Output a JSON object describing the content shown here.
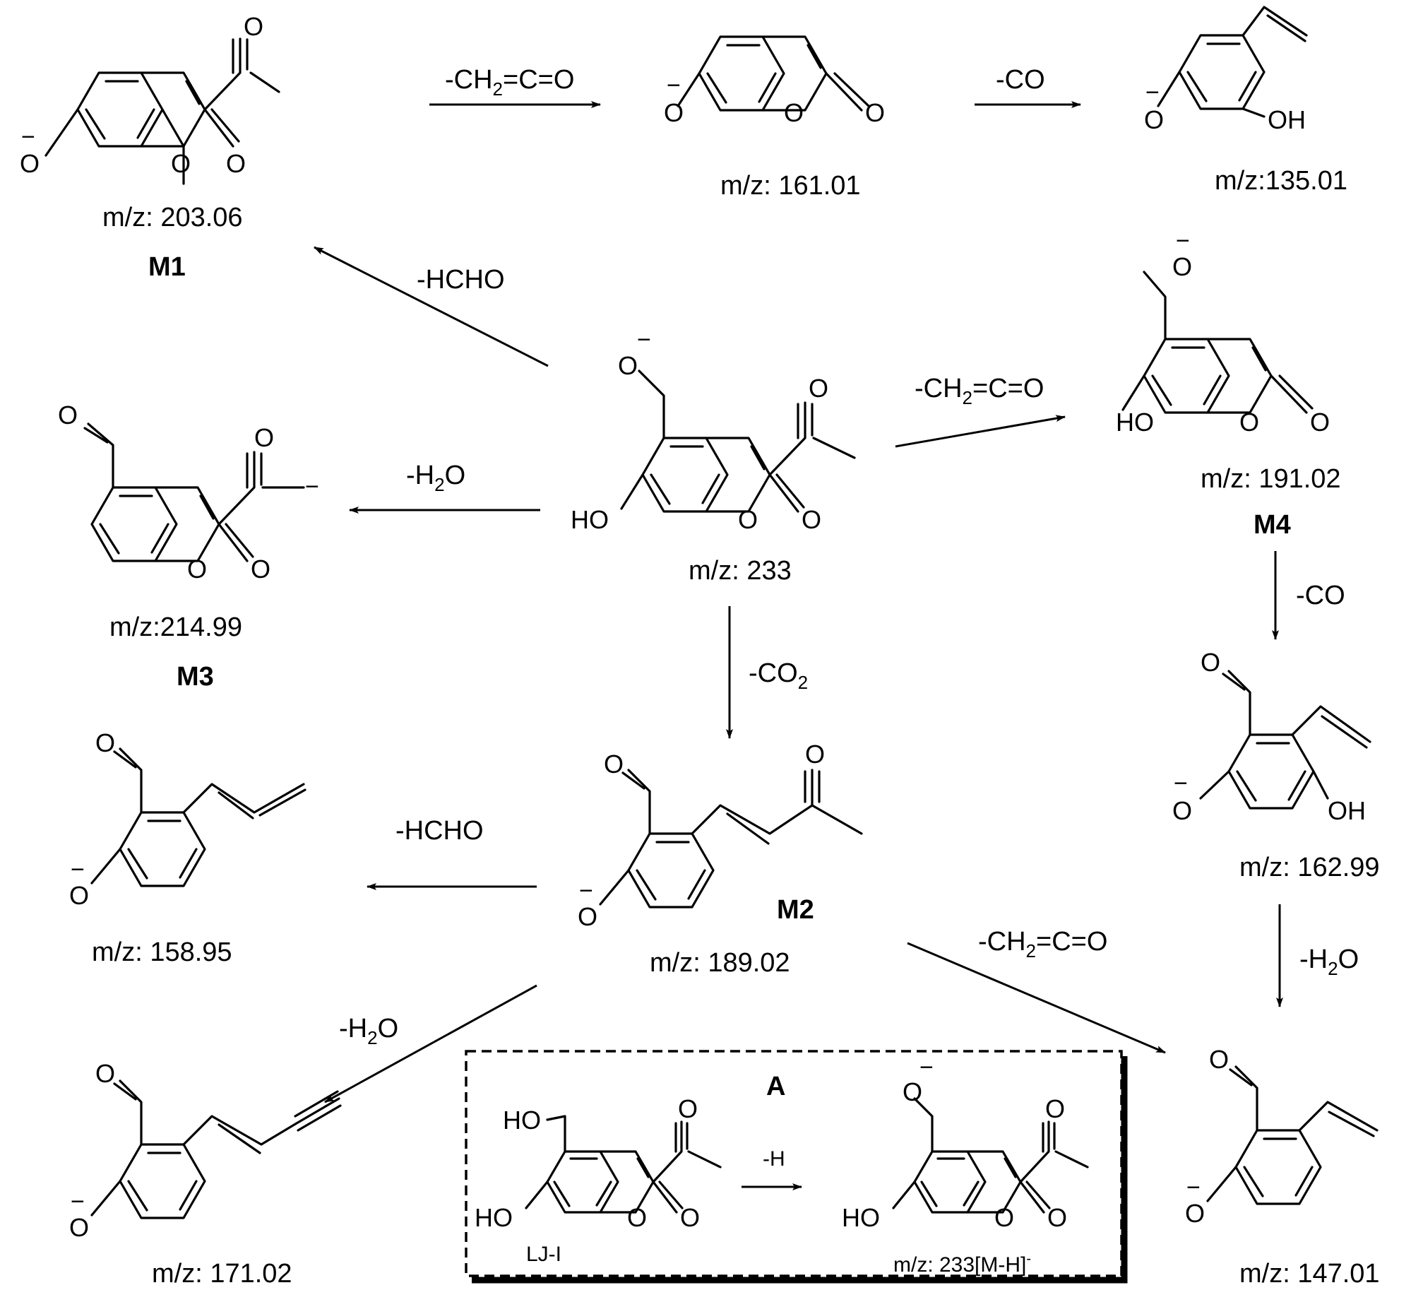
{
  "nodes": {
    "parent": {
      "mz": "m/z: 233"
    },
    "m1": {
      "mz": "m/z: 203.06",
      "label": "M1"
    },
    "m1_loss_ketene": {
      "mz": "m/z: 161.01"
    },
    "m1_loss_co": {
      "mz": "m/z:135.01"
    },
    "m3": {
      "mz": "m/z:214.99",
      "label": "M3"
    },
    "m4": {
      "mz": "m/z: 191.02",
      "label": "M4"
    },
    "m4_loss_co": {
      "mz": "m/z: 162.99"
    },
    "m2": {
      "mz": "m/z: 189.02",
      "label": "M2"
    },
    "m2_loss_hcho": {
      "mz": "m/z: 158.95"
    },
    "m2_loss_h2o": {
      "mz": "m/z: 171.02"
    },
    "final": {
      "mz": "m/z: 147.01"
    },
    "inset": {
      "title": "A",
      "precursor": "LJ-I",
      "product_mz": "m/z: 233[M-H]",
      "product_mz_sup": "-",
      "loss": "-H"
    }
  },
  "losses": {
    "hcho": "-HCHO",
    "co": "-CO",
    "ketene_pre": "-CH",
    "ketene_sub": "2",
    "ketene_post": "=C=O",
    "h2o_pre": "-H",
    "h2o_sub": "2",
    "h2o_post": "O",
    "co2_pre": "-CO",
    "co2_sub": "2"
  },
  "atoms": {
    "oxygen": "O",
    "hydroxyl_right": "OH",
    "hydroxyl_left": "HO",
    "negative": "−"
  }
}
